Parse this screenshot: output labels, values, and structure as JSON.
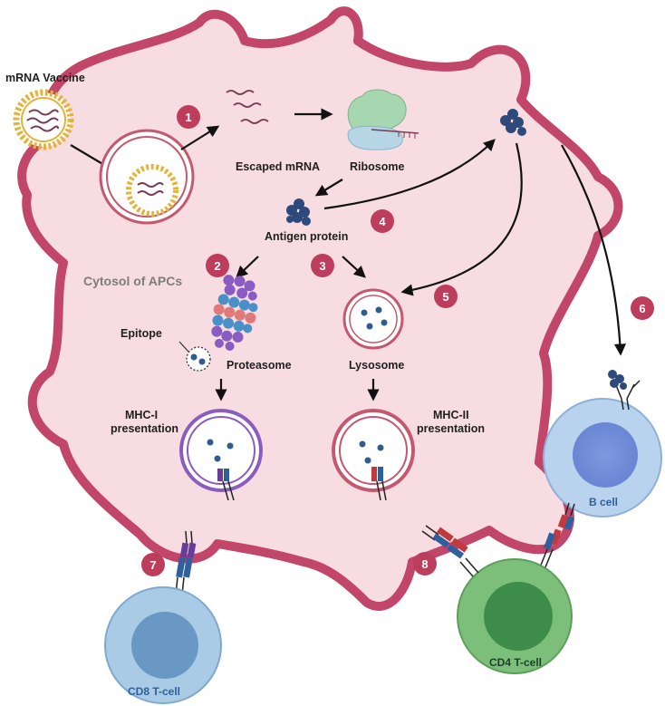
{
  "labels": {
    "mrna_vaccine": "mRNA Vaccine",
    "escaped_mrna": "Escaped mRNA",
    "ribosome": "Ribosome",
    "antigen_protein": "Antigen protein",
    "cytosol": "Cytosol of APCs",
    "epitope": "Epitope",
    "proteasome": "Proteasome",
    "lysosome": "Lysosome",
    "mhc1_line1": "MHC-I",
    "mhc1_line2": "presentation",
    "mhc2_line1": "MHC-II",
    "mhc2_line2": "presentation",
    "b_cell": "B cell",
    "cd4_tcell": "CD4 T-cell",
    "cd8_tcell": "CD8 T-cell"
  },
  "steps": [
    "1",
    "2",
    "3",
    "4",
    "5",
    "6",
    "7",
    "8"
  ],
  "colors": {
    "cell_fill": "#f7dde2",
    "cell_outline": "#c2456a",
    "badge": "#bd3e5c",
    "b_cell": "#b9d3ee",
    "cd8_cell": "#a9cbe6",
    "cd4_cell": "#7cbf7a",
    "protein": "#2e4a7a"
  },
  "icons": [
    "lipid-nanoparticle-icon",
    "ribosome-icon",
    "antigen-protein-icon",
    "proteasome-icon",
    "lysosome-icon",
    "endosome-icon",
    "mhc-receptor-icon",
    "antibody-icon"
  ]
}
